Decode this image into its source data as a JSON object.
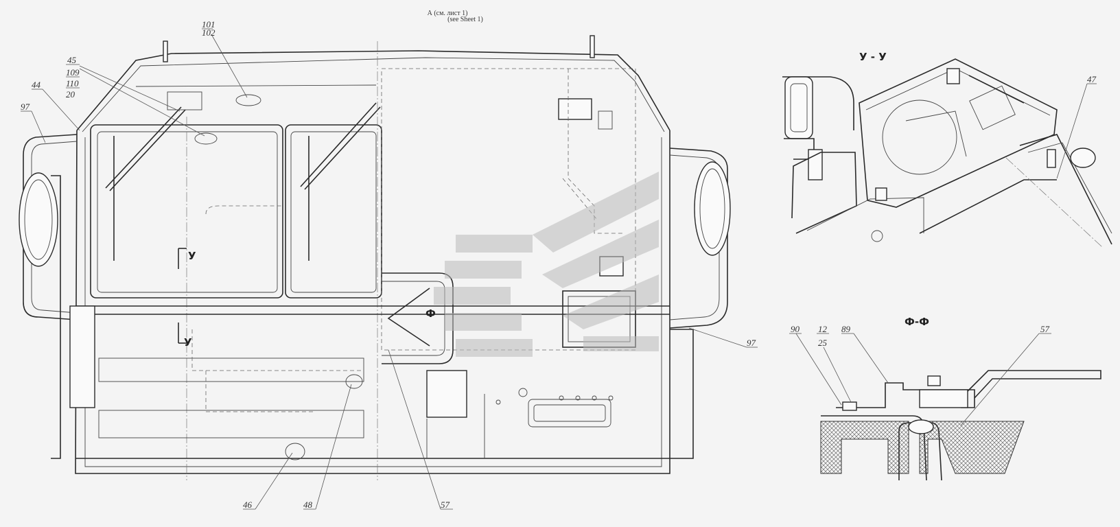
{
  "header_note": {
    "line1": "А (см. лист 1)",
    "line2": "(see Sheet 1)"
  },
  "sections": {
    "yy_title": "У - У",
    "ff_title": "Ф-Ф",
    "cut_letter_y": "У",
    "cut_letter_f": "Ф"
  },
  "callouts": {
    "c101": "101",
    "c102": "102",
    "c45": "45",
    "c109": "109",
    "c110": "110",
    "c20": "20",
    "c44": "44",
    "c97_left": "97",
    "c97_right": "97",
    "c46": "46",
    "c48": "48",
    "c57_main": "57",
    "c47": "47",
    "c90": "90",
    "c12": "12",
    "c25": "25",
    "c89": "89",
    "c57_section": "57"
  }
}
